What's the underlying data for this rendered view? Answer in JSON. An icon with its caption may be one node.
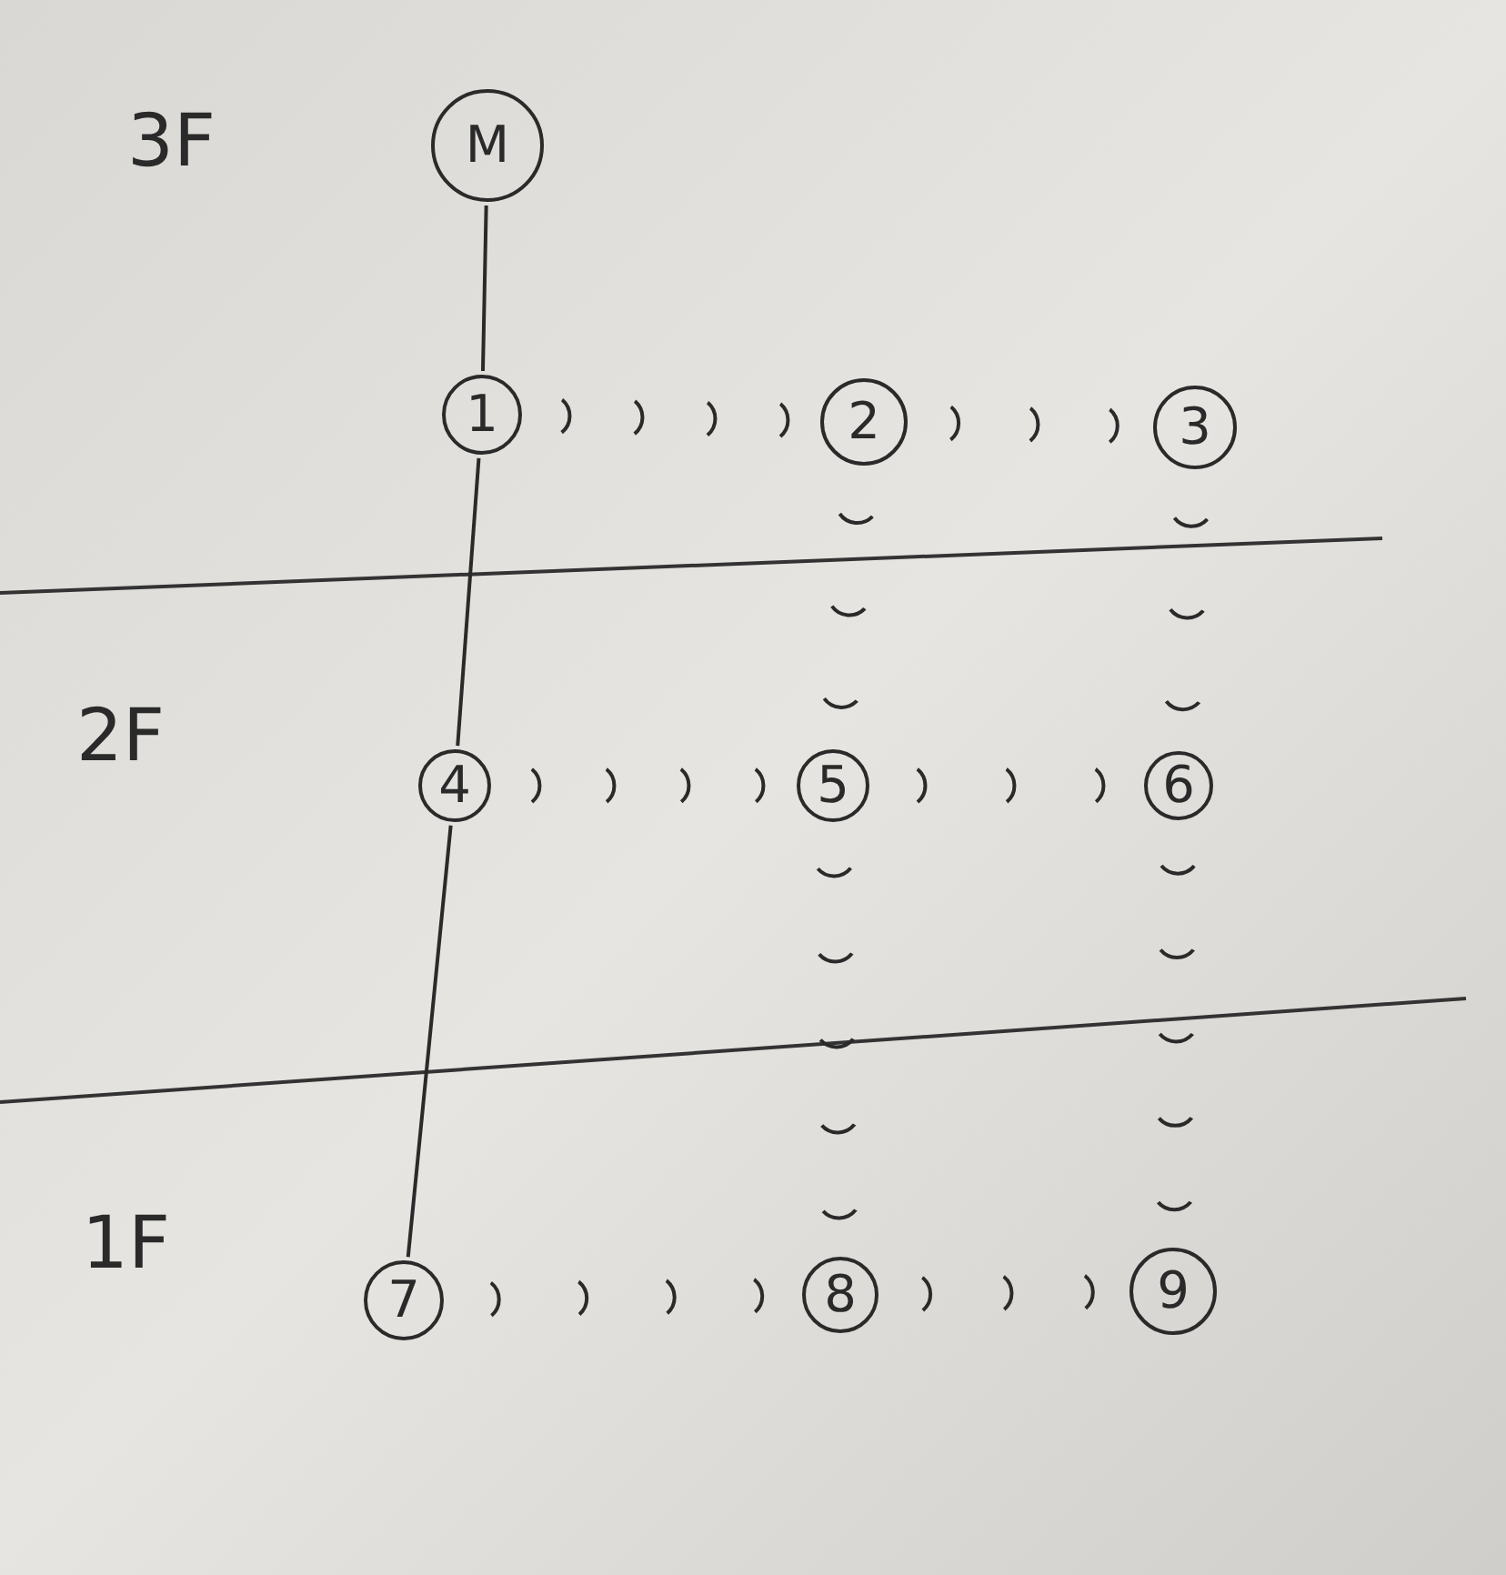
{
  "diagram": {
    "nodes": [
      {
        "text": [
          "M"
        ]
      },
      {
        "text": [
          "1"
        ]
      },
      {
        "text": [
          "2"
        ]
      },
      {
        "text": [
          "3"
        ]
      },
      {
        "text": [
          "4"
        ]
      },
      {
        "text": [
          "5"
        ]
      },
      {
        "text": [
          "6"
        ]
      },
      {
        "text": [
          "7"
        ]
      },
      {
        "text": [
          "8"
        ]
      },
      {
        "text": [
          "9"
        ]
      }
    ],
    "edges": [
      {
        "from": 0,
        "to": 1,
        "arrow": "none"
      },
      {
        "from": 1,
        "to": 4,
        "arrow": "none"
      },
      {
        "from": 4,
        "to": 7,
        "arrow": "none"
      },
      {
        "from": 1,
        "to": 2,
        "arrow": "none",
        "style": "dashed"
      },
      {
        "from": 2,
        "to": 3,
        "arrow": "none",
        "style": "dashed"
      },
      {
        "from": 4,
        "to": 5,
        "arrow": "none",
        "style": "dashed"
      },
      {
        "from": 5,
        "to": 6,
        "arrow": "none",
        "style": "dashed"
      },
      {
        "from": 7,
        "to": 8,
        "arrow": "none",
        "style": "dashed"
      },
      {
        "from": 8,
        "to": 9,
        "arrow": "none",
        "style": "dashed"
      },
      {
        "from": 2,
        "to": 5,
        "arrow": "none",
        "style": "dashed"
      },
      {
        "from": 5,
        "to": 8,
        "arrow": "none",
        "style": "dashed"
      },
      {
        "from": 3,
        "to": 6,
        "arrow": "none",
        "style": "dashed"
      },
      {
        "from": 6,
        "to": 9,
        "arrow": "none",
        "style": "dashed"
      }
    ],
    "labels": [
      "3F",
      "2F",
      "1F"
    ]
  }
}
